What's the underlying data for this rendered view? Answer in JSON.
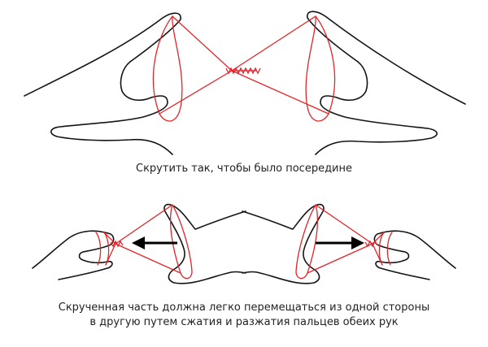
{
  "captions": {
    "top": "Скрутить так, чтобы было посередине",
    "bottom_line1": "Скрученная часть должна легко перемещаться из одной стороны",
    "bottom_line2": "в другую путем сжатия и разжатия пальцев обеих рук"
  },
  "icons": {
    "hands": "hand-outline",
    "thread": "red-thread",
    "arrows": "arrow-left / arrow-right"
  },
  "colors": {
    "thread": "#e0262b",
    "outline": "#141414",
    "arrow": "#000000",
    "text": "#222222",
    "background": "#ffffff"
  }
}
